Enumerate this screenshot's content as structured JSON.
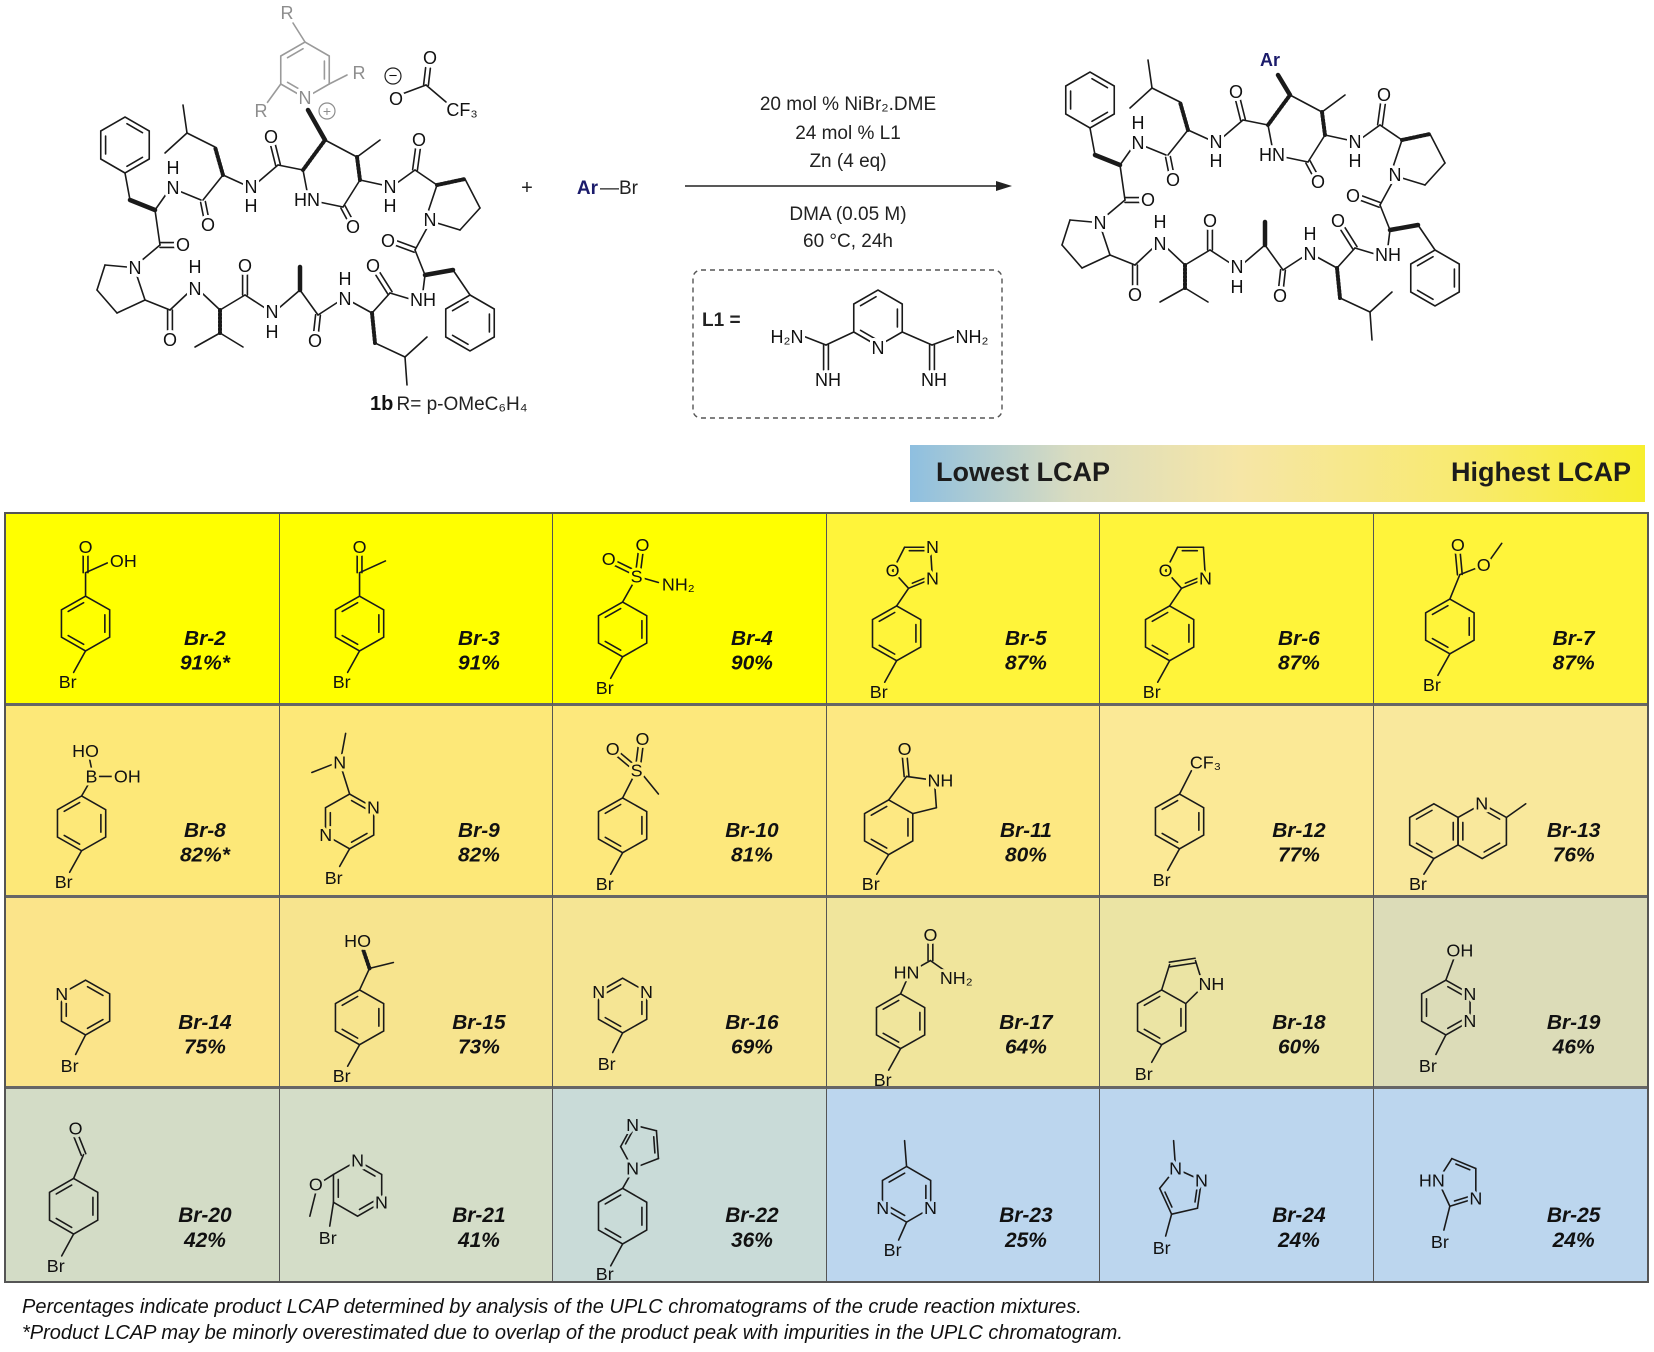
{
  "scheme": {
    "reactant": {
      "atoms": [
        "H",
        "N",
        "O",
        "N",
        "H",
        "O",
        "HN",
        "O",
        "N",
        "H",
        "O",
        "N",
        "O",
        "NH",
        "O",
        "H",
        "N",
        "O",
        "O",
        "N",
        "H",
        "H",
        "N",
        "O",
        "N",
        "O"
      ],
      "pyridinium_atoms": [
        "R",
        "R",
        "R",
        "N"
      ],
      "plus_charge": "+",
      "counterion": {
        "minus_charge": "−",
        "o1": "O",
        "o2": "O",
        "cf3": "CF₃"
      },
      "compound_id": "1b",
      "r_definition": "R= p-OMeC₆H₄"
    },
    "plus": "+",
    "aryl_bromide": {
      "ar": "Ar",
      "br": "—Br"
    },
    "conditions_above": [
      "20 mol % NiBr₂.DME",
      "24 mol % L1",
      "Zn (4 eq)"
    ],
    "conditions_below": [
      "DMA (0.05 M)",
      "60 °C, 24h"
    ],
    "ligand": {
      "label": "L1 =",
      "atoms": [
        "H₂N",
        "N",
        "NH₂",
        "NH",
        "NH"
      ]
    },
    "product": {
      "ar": "Ar",
      "atoms": [
        "H",
        "N",
        "O",
        "N",
        "H",
        "O",
        "HN",
        "O",
        "N",
        "H",
        "O",
        "N",
        "O",
        "NH",
        "O",
        "H",
        "N",
        "O",
        "O",
        "N",
        "H",
        "H",
        "N",
        "O",
        "N",
        "O"
      ]
    },
    "colors": {
      "aryl": "#1b1b6b",
      "arrow": "#222222"
    }
  },
  "legend": {
    "low": "Lowest LCAP",
    "high": "Highest LCAP"
  },
  "compounds": [
    {
      "id": "Br-2",
      "lcap": "91%*",
      "atoms": [
        "O",
        "OH",
        "Br"
      ],
      "bg": "#ffff00"
    },
    {
      "id": "Br-3",
      "lcap": "91%",
      "atoms": [
        "O",
        "Br"
      ],
      "bg": "#ffff00"
    },
    {
      "id": "Br-4",
      "lcap": "90%",
      "atoms": [
        "O",
        "O",
        "S",
        "NH₂",
        "Br"
      ],
      "bg": "#ffff00"
    },
    {
      "id": "Br-5",
      "lcap": "87%",
      "atoms": [
        "O",
        "N",
        "N",
        "Br"
      ],
      "bg": "#fff43a"
    },
    {
      "id": "Br-6",
      "lcap": "87%",
      "atoms": [
        "O",
        "N",
        "Br"
      ],
      "bg": "#fff43a"
    },
    {
      "id": "Br-7",
      "lcap": "87%",
      "atoms": [
        "O",
        "O",
        "Br"
      ],
      "bg": "#fff43a"
    },
    {
      "id": "Br-8",
      "lcap": "82%*",
      "atoms": [
        "HO",
        "B",
        "OH",
        "Br"
      ],
      "bg": "#fde878"
    },
    {
      "id": "Br-9",
      "lcap": "82%",
      "atoms": [
        "N",
        "N",
        "N",
        "Br"
      ],
      "bg": "#fde878"
    },
    {
      "id": "Br-10",
      "lcap": "81%",
      "atoms": [
        "O",
        "O",
        "S",
        "Br"
      ],
      "bg": "#fde87c"
    },
    {
      "id": "Br-11",
      "lcap": "80%",
      "atoms": [
        "O",
        "NH",
        "Br"
      ],
      "bg": "#fde882"
    },
    {
      "id": "Br-12",
      "lcap": "77%",
      "atoms": [
        "CF₃",
        "Br"
      ],
      "bg": "#fbe996"
    },
    {
      "id": "Br-13",
      "lcap": "76%",
      "atoms": [
        "N",
        "Br"
      ],
      "bg": "#f9e89c"
    },
    {
      "id": "Br-14",
      "lcap": "75%",
      "atoms": [
        "N",
        "Br"
      ],
      "bg": "#fbe48a"
    },
    {
      "id": "Br-15",
      "lcap": "73%",
      "atoms": [
        "HO",
        "Br"
      ],
      "bg": "#f7e48e"
    },
    {
      "id": "Br-16",
      "lcap": "69%",
      "atoms": [
        "N",
        "N",
        "Br"
      ],
      "bg": "#f5e594"
    },
    {
      "id": "Br-17",
      "lcap": "64%",
      "atoms": [
        "O",
        "HN",
        "NH₂",
        "Br"
      ],
      "bg": "#f0e59c"
    },
    {
      "id": "Br-18",
      "lcap": "60%",
      "atoms": [
        "NH",
        "Br"
      ],
      "bg": "#ebe4a4"
    },
    {
      "id": "Br-19",
      "lcap": "46%",
      "atoms": [
        "OH",
        "N",
        "N",
        "Br"
      ],
      "bg": "#dcdcb8"
    },
    {
      "id": "Br-20",
      "lcap": "42%",
      "atoms": [
        "O",
        "Br"
      ],
      "bg": "#d3dcc6"
    },
    {
      "id": "Br-21",
      "lcap": "41%",
      "atoms": [
        "N",
        "N",
        "O",
        "Br"
      ],
      "bg": "#d4ddc8"
    },
    {
      "id": "Br-22",
      "lcap": "36%",
      "atoms": [
        "N",
        "N",
        "Br"
      ],
      "bg": "#c9dbd8"
    },
    {
      "id": "Br-23",
      "lcap": "25%",
      "atoms": [
        "N",
        "N",
        "Br"
      ],
      "bg": "#bcd6ee"
    },
    {
      "id": "Br-24",
      "lcap": "24%",
      "atoms": [
        "N",
        "N",
        "Br"
      ],
      "bg": "#bcd6ee"
    },
    {
      "id": "Br-25",
      "lcap": "24%",
      "atoms": [
        "HN",
        "N",
        "Br"
      ],
      "bg": "#bcd6ee"
    }
  ],
  "footnotes": [
    "Percentages indicate product LCAP determined by analysis of the UPLC chromatograms of the crude reaction mixtures.",
    "*Product LCAP may be minorly overestimated due to overlap of the product peak with impurities in the UPLC chromatogram."
  ]
}
